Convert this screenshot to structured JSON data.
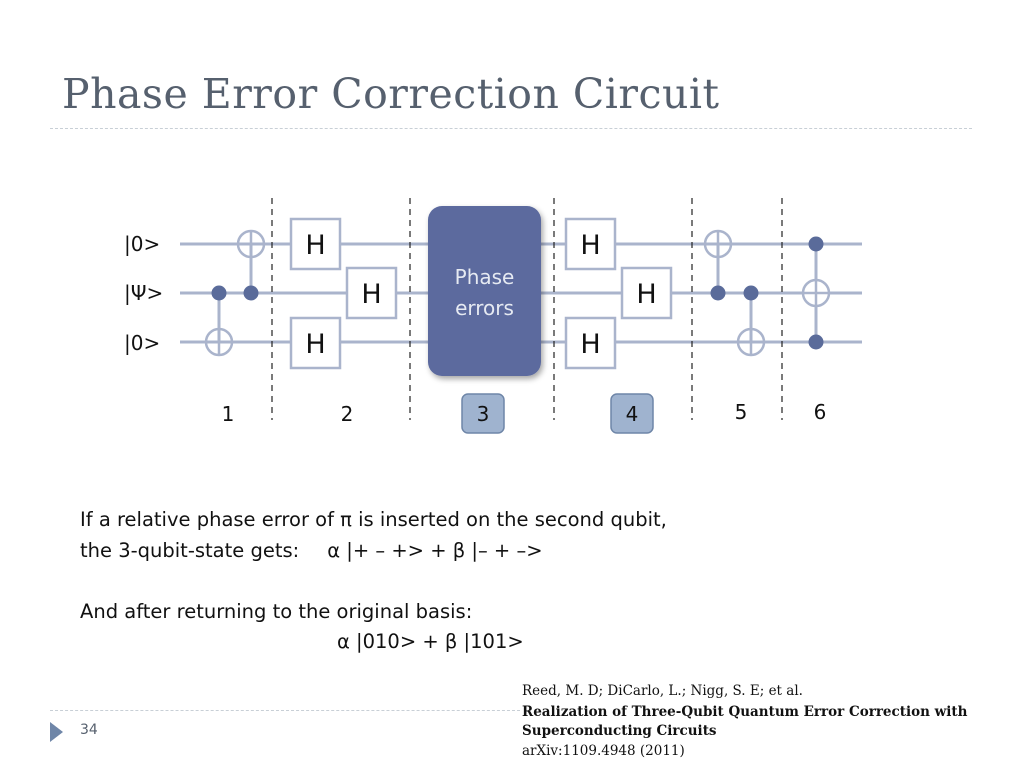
{
  "slide": {
    "title": "Phase Error Correction Circuit",
    "page_number": "34"
  },
  "circuit": {
    "qubit_labels": [
      "|0>",
      "|Ψ>",
      "|0>"
    ],
    "hadamard_label": "H",
    "phase_box": {
      "line1": "Phase",
      "line2": "errors"
    },
    "steps": [
      "1",
      "2",
      "3",
      "4",
      "5",
      "6"
    ],
    "highlighted_steps": [
      "3",
      "4"
    ],
    "colors": {
      "wire": "#aab4cc",
      "control": "#5a6b9a",
      "phase_box": "#5b6a9e",
      "step_badge": "#9fb3cf"
    }
  },
  "body": {
    "line1": "If a relative phase error of π is inserted on the second qubit,",
    "line2_prefix": "the 3-qubit-state gets:",
    "line2_formula": "α |+ – +> + β |– + –>",
    "line3": "And after returning to the original basis:",
    "line4": "α |010> + β |101>"
  },
  "reference": {
    "authors": "Reed, M. D; DiCarlo, L.; Nigg, S. E; et al.",
    "title_line1": "Realization of Three-Qubit Quantum Error Correction with",
    "title_line2": "Superconducting Circuits",
    "arxiv": "arXiv:1109.4948 (2011)"
  }
}
